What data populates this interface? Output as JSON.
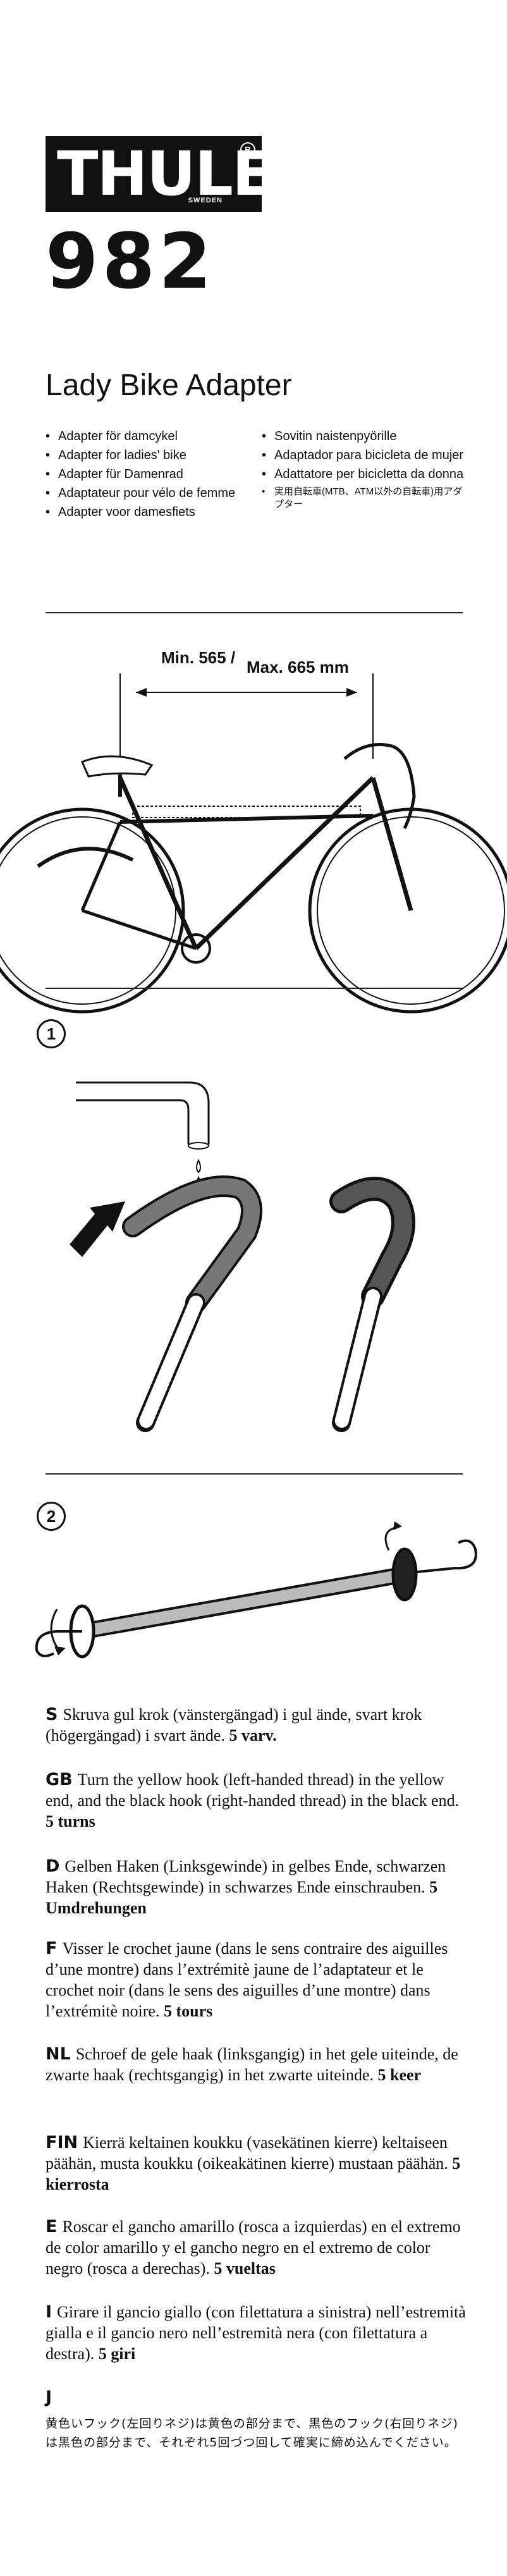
{
  "brand": {
    "name": "THULE",
    "sub": "SWEDEN",
    "registered": "R"
  },
  "model_number": "982",
  "product_title": "Lady Bike Adapter",
  "languages_left": [
    "Adapter för damcykel",
    "Adapter for ladies' bike",
    "Adapter für Damenrad",
    "Adaptateur pour vélo de femme",
    "Adapter voor damesfiets"
  ],
  "languages_right": [
    "Sovitin naistenpyörille",
    "Adaptador para bicicleta de mujer",
    "Adattatore per bicicletta da donna",
    "実用自転車(MTB、ATM以外の自転車)用アダプター"
  ],
  "measurement": {
    "min": "Min. 565 /",
    "max": "Max. 665 mm"
  },
  "steps": {
    "step1": "1",
    "step2": "2"
  },
  "instructions": [
    {
      "code": "S",
      "text": "Skruva gul krok (vänstergängad) i gul ände, svart krok (högergängad) i svart ände. ",
      "turns": "5 varv."
    },
    {
      "code": "GB",
      "text": "Turn the yellow hook (left-handed thread) in the yellow end, and the black hook (right-handed thread) in the black end. ",
      "turns": "5 turns"
    },
    {
      "code": "D",
      "text": "Gelben Haken (Linksgewinde) in gelbes Ende, schwarzen Haken (Rechtsgewinde) in schwarzes Ende einschrauben. ",
      "turns": "5 Umdrehungen"
    },
    {
      "code": "F",
      "text": "Visser le crochet jaune (dans le sens contraire des aiguilles d’une montre) dans l’extrémitè jaune de l’adaptateur et le crochet noir (dans le sens des aiguilles d’une montre) dans l’extrémitè noire. ",
      "turns": "5 tours"
    },
    {
      "code": "NL",
      "text": "Schroef de gele haak (linksgangig) in het gele uiteinde, de zwarte haak (rechtsgangig) in het zwarte uiteinde. ",
      "turns": "5 keer"
    },
    {
      "code": "FIN",
      "text": "Kierrä keltainen koukku (vasekätinen kierre) keltaiseen päähän, musta koukku (oikeakätinen kierre) mustaan päähän. ",
      "turns": "5 kierrosta"
    },
    {
      "code": "E",
      "text": "Roscar el gancho amarillo (rosca a izquierdas) en el extremo de color amarillo y el gancho negro en el extremo de color negro (rosca a derechas). ",
      "turns": "5 vueltas"
    },
    {
      "code": "I",
      "text": "Girare il gancio giallo (con filettatura a sinistra) nell’estremità gialla e il gancio nero nell’estremità nera (con filettatura a destra). ",
      "turns": "5 giri"
    }
  ],
  "instruction_jp": {
    "code": "J",
    "text": "黄色いフック(左回りネジ)は黄色の部分まで、黒色のフック(右回りネジ)は黒色の部分まで、それぞれ5回づつ回して確実に締め込んでください。"
  }
}
